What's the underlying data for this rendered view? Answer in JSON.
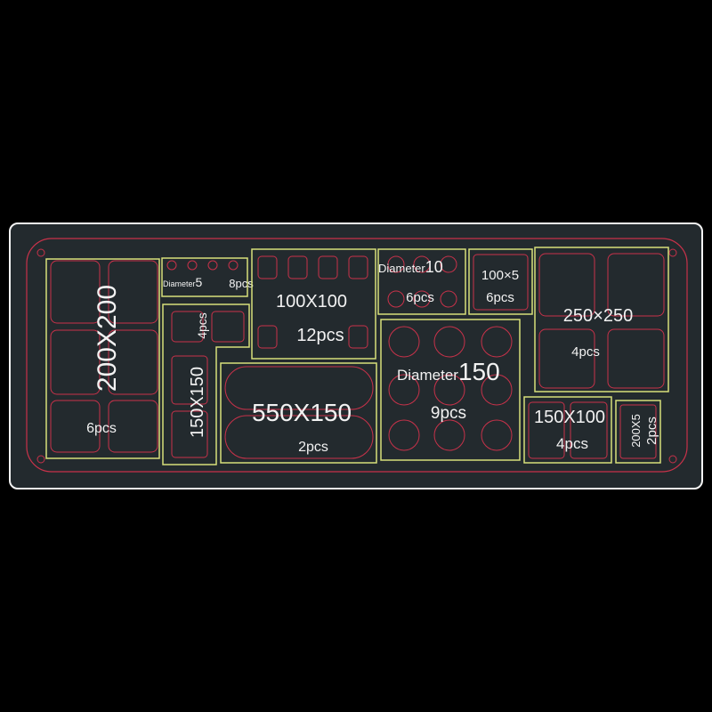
{
  "colors": {
    "background": "#000000",
    "board_fill": "#232a2e",
    "board_border": "#f4f4f4",
    "group_outline": "#d8e07a",
    "cutout_outline": "#c8324a",
    "label_text": "#f2f2f2"
  },
  "groups": {
    "g200x200": {
      "size": "200X200",
      "qty": "6pcs"
    },
    "gdia5": {
      "prefix": "Diameter",
      "size": "5",
      "qty": "8pcs"
    },
    "g150x150": {
      "size": "150X150",
      "qty": "4pcs"
    },
    "g100x100": {
      "size": "100X100",
      "qty": "12pcs"
    },
    "g550x150": {
      "size": "550X150",
      "qty": "2pcs"
    },
    "gdia10": {
      "prefix": "Diameter",
      "size": "10",
      "qty": "6pcs"
    },
    "g100x5": {
      "size": "100×5",
      "qty": "6pcs"
    },
    "gdia150": {
      "prefix": "Diameter",
      "size": "150",
      "qty": "9pcs"
    },
    "g250x250": {
      "size": "250×250",
      "qty": "4pcs"
    },
    "g150x100": {
      "size": "150X100",
      "qty": "4pcs"
    },
    "g200x5": {
      "size": "200X5",
      "qty": "2pcs"
    }
  }
}
